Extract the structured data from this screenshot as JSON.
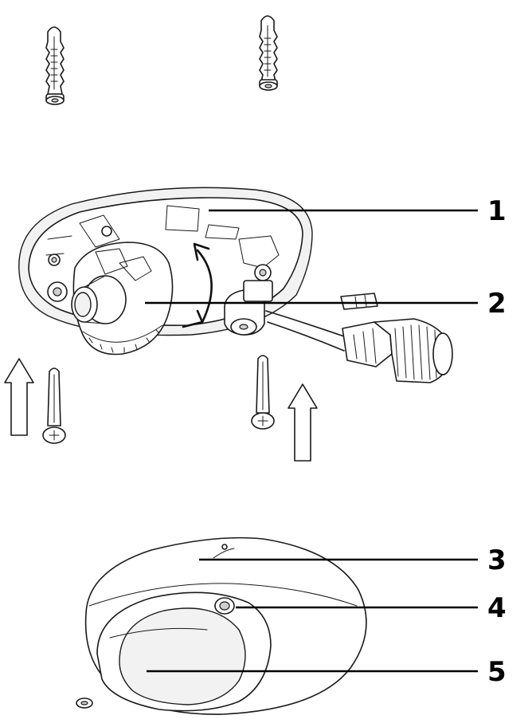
{
  "callouts": [
    {
      "id": "1",
      "label": "1"
    },
    {
      "id": "2",
      "label": "2"
    },
    {
      "id": "3",
      "label": "3"
    },
    {
      "id": "4",
      "label": "4"
    },
    {
      "id": "5",
      "label": "5"
    }
  ],
  "colors": {
    "line": "#1a1a1a",
    "background": "#ffffff",
    "shade": "#cfcfcf"
  }
}
